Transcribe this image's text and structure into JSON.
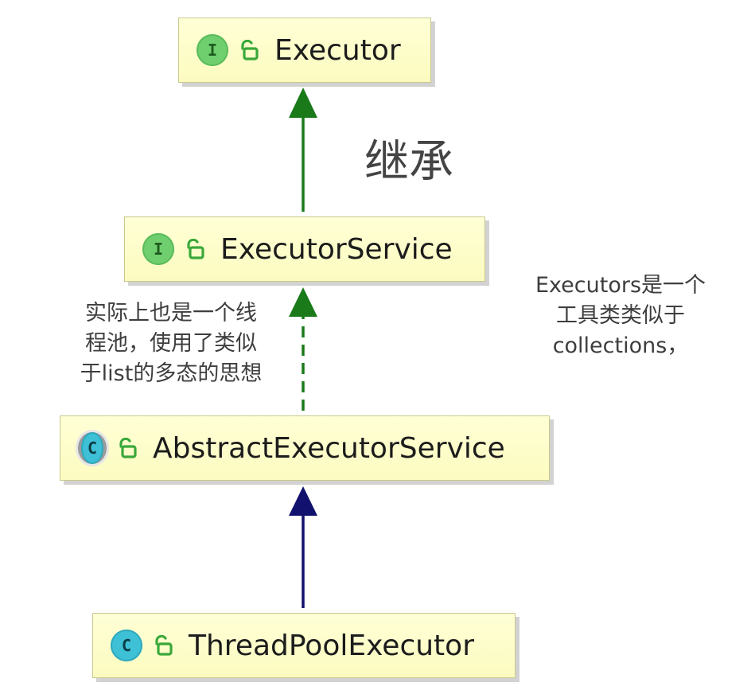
{
  "diagram": {
    "nodes": [
      {
        "id": "executor",
        "label": "Executor",
        "kind": "interface",
        "badge": "I"
      },
      {
        "id": "executor-service",
        "label": "ExecutorService",
        "kind": "interface",
        "badge": "I"
      },
      {
        "id": "abstract-executor-service",
        "label": "AbstractExecutorService",
        "kind": "abstract-class",
        "badge": "C"
      },
      {
        "id": "thread-pool-executor",
        "label": "ThreadPoolExecutor",
        "kind": "class",
        "badge": "C"
      }
    ],
    "edges": [
      {
        "from": "executor-service",
        "to": "executor",
        "style": "solid",
        "color": "#1a7a1a"
      },
      {
        "from": "abstract-executor-service",
        "to": "executor-service",
        "style": "dashed",
        "color": "#1a7a1a"
      },
      {
        "from": "thread-pool-executor",
        "to": "abstract-executor-service",
        "style": "solid",
        "color": "#12126e"
      }
    ],
    "annotations": {
      "inheritance": "继承",
      "left_note": "实际上也是一个线\n程池，使用了类似\n于list的多态的思想",
      "right_note": "Executors是一个\n工具类类似于\ncollections，"
    }
  },
  "colors": {
    "node_fill": "#ffffd6",
    "node_border": "#c9c98e",
    "interface_badge": "#6fcf6f",
    "class_badge": "#3ec0d6",
    "lock_icon": "#3aa83a",
    "inheritance_arrow": "#1a7a1a",
    "extends_arrow": "#12126e"
  },
  "icons": {
    "visibility": "open-lock-icon"
  }
}
